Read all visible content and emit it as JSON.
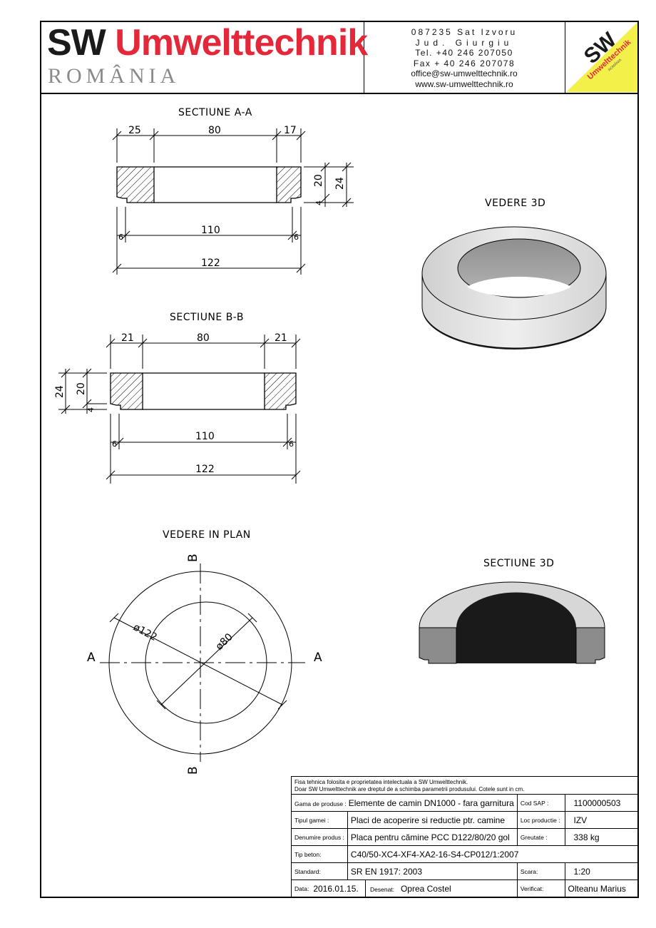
{
  "header": {
    "logo_sw": "SW",
    "logo_name": "Umwelttechnik",
    "logo_country": "ROMÂNIA",
    "contact": {
      "line1": "087235 Sat Izvoru",
      "line2": "Jud.  Giurgiu",
      "line3": "Tel. +40 246 207050",
      "line4": "Fax + 40 246 207078",
      "line5": "office@sw-umwelttechnik.ro",
      "line6": "www.sw-umwelttechnik.ro"
    },
    "badge": {
      "sw": "SW",
      "name": "Umwelttechnik",
      "country": "ROMÂNIA",
      "color": "#f3f04a"
    }
  },
  "drawing": {
    "section_aa": {
      "title": "SECTIUNE A-A",
      "dims": {
        "left": "25",
        "center": "80",
        "right": "17",
        "height_inner": "20",
        "height_outer": "24",
        "step": "4",
        "inner_width": "110",
        "outer_width": "122",
        "offset_l": "6",
        "offset_r": "6"
      }
    },
    "section_bb": {
      "title": "SECTIUNE B-B",
      "dims": {
        "left": "21",
        "center": "80",
        "right": "21",
        "height_inner": "20",
        "height_outer": "24",
        "step": "4",
        "inner_width": "110",
        "outer_width": "122",
        "offset_l": "6",
        "offset_r": "6"
      }
    },
    "view_3d": {
      "title": "VEDERE 3D"
    },
    "plan_view": {
      "title": "VEDERE IN PLAN",
      "label_a": "A",
      "label_b": "B",
      "outer_diameter": "ø122",
      "inner_diameter": "ø80"
    },
    "section_3d": {
      "title": "SECTIUNE 3D"
    }
  },
  "title_block": {
    "note_line1": "Fisa tehnica folosita e proprietatea intelectuala a SW Umwelttechnik.",
    "note_line2": "Doar SW Umwelttechnik are dreptul de a schimba parametrii produsului. Cotele sunt in cm.",
    "rows": {
      "gama_label": "Gama de produse :",
      "gama_value": "Elemente de camin DN1000 - fara garnitura",
      "cod_label": "Cod SAP :",
      "cod_value": "1100000503",
      "tip_gamei_label": "Tipul gamei :",
      "tip_gamei_value": "Placi de acoperire si reductie ptr. camine",
      "loc_label": "Loc productie :",
      "loc_value": "IZV",
      "denumire_label": "Denumire produs :",
      "denumire_value": "Placa pentru cămine PCC D122/80/20 gol",
      "greutate_label": "Greutate :",
      "greutate_value": "338 kg",
      "beton_label": "Tip beton:",
      "beton_value": "C40/50-XC4-XF4-XA2-16-S4-CP012/1:2007",
      "standard_label": "Standard:",
      "standard_value": "SR EN 1917: 2003",
      "scara_label": "Scara:",
      "scara_value": "1:20",
      "data_label": "Data:",
      "data_value": "2016.01.15.",
      "desenat_label": "Desenat:",
      "desenat_value": "Oprea Costel",
      "verificat_label": "Verificat:",
      "verificat_value": "Olteanu Marius"
    }
  }
}
